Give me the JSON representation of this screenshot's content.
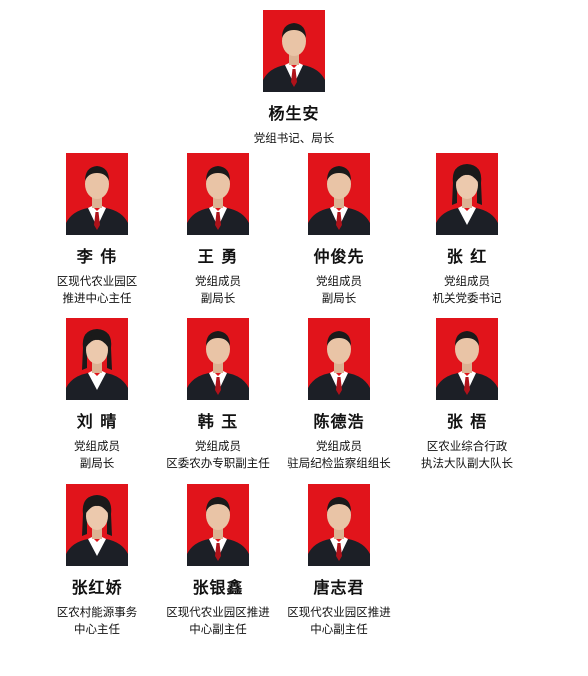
{
  "leader": {
    "name": "杨生安",
    "title": [
      "党组书记、局长"
    ]
  },
  "rows": [
    [
      {
        "name": "李 伟",
        "title": [
          "区现代农业园区",
          "推进中心主任"
        ]
      },
      {
        "name": "王 勇",
        "title": [
          "党组成员",
          "副局长"
        ]
      },
      {
        "name": "仲俊先",
        "title": [
          "党组成员",
          "副局长"
        ]
      },
      {
        "name": "张 红",
        "title": [
          "党组成员",
          "机关党委书记"
        ]
      }
    ],
    [
      {
        "name": "刘 晴",
        "title": [
          "党组成员",
          "副局长"
        ]
      },
      {
        "name": "韩 玉",
        "title": [
          "党组成员",
          "区委农办专职副主任"
        ]
      },
      {
        "name": "陈德浩",
        "title": [
          "党组成员",
          "驻局纪检监察组组长"
        ]
      },
      {
        "name": "张 梧",
        "title": [
          "区农业综合行政",
          "执法大队副大队长"
        ]
      }
    ],
    [
      {
        "name": "张红娇",
        "title": [
          "区农村能源事务",
          "中心主任"
        ]
      },
      {
        "name": "张银鑫",
        "title": [
          "区现代农业园区推进",
          "中心副主任"
        ]
      },
      {
        "name": "唐志君",
        "title": [
          "区现代农业园区推进",
          "中心副主任"
        ]
      }
    ]
  ],
  "colors": {
    "photo_background": "#e1141b",
    "suit": "#1c1f26",
    "shirt": "#ffffff",
    "skin": "#e9c4a6",
    "hair": "#1a1a1a",
    "tie": "#b0121a"
  }
}
